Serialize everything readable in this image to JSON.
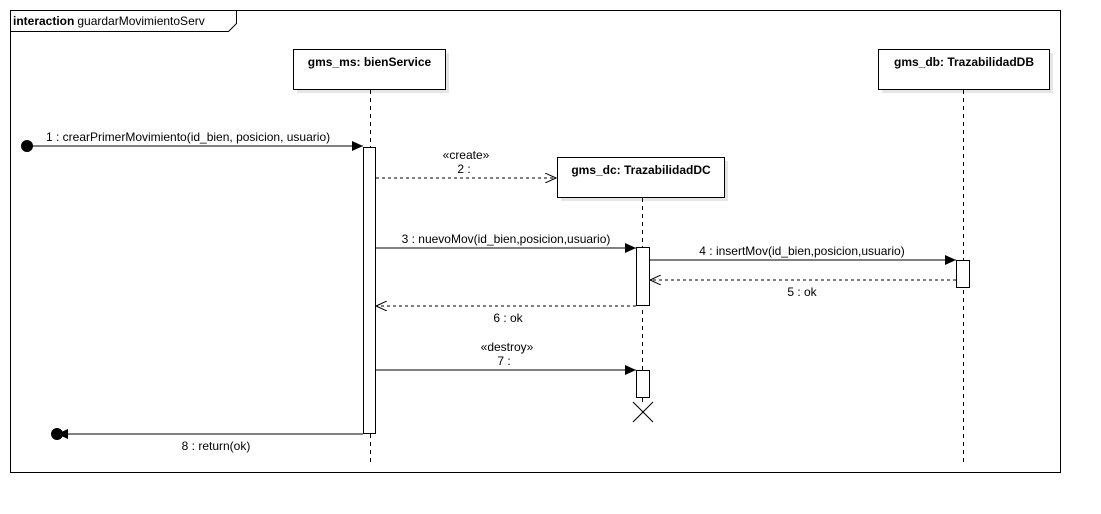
{
  "frame": {
    "keyword": "interaction",
    "name": "guardarMovimientoServ"
  },
  "lifelines": [
    {
      "id": "bienService",
      "label": "gms_ms: bienService"
    },
    {
      "id": "trazabilidadDC",
      "label": "gms_dc: TrazabilidadDC"
    },
    {
      "id": "trazabilidadDB",
      "label": "gms_db: TrazabilidadDB"
    }
  ],
  "messages": [
    {
      "seq": "1",
      "label": "1 : crearPrimerMovimiento(id_bien, posicion, usuario)",
      "stereotype": "",
      "kind": "found"
    },
    {
      "seq": "2",
      "label": "2 :",
      "stereotype": "«create»",
      "kind": "create"
    },
    {
      "seq": "3",
      "label": "3 : nuevoMov(id_bien,posicion,usuario)",
      "stereotype": "",
      "kind": "sync"
    },
    {
      "seq": "4",
      "label": "4 : insertMov(id_bien,posicion,usuario)",
      "stereotype": "",
      "kind": "sync"
    },
    {
      "seq": "5",
      "label": "5 : ok",
      "stereotype": "",
      "kind": "reply"
    },
    {
      "seq": "6",
      "label": "6 : ok",
      "stereotype": "",
      "kind": "reply"
    },
    {
      "seq": "7",
      "label": "7 :",
      "stereotype": "«destroy»",
      "kind": "destroy"
    },
    {
      "seq": "8",
      "label": "8 : return(ok)",
      "stereotype": "",
      "kind": "lost"
    }
  ],
  "colors": {
    "line": "#000000",
    "box_fill": "#ffffff",
    "shadow": "#e6e6e6",
    "background": "#ffffff"
  }
}
